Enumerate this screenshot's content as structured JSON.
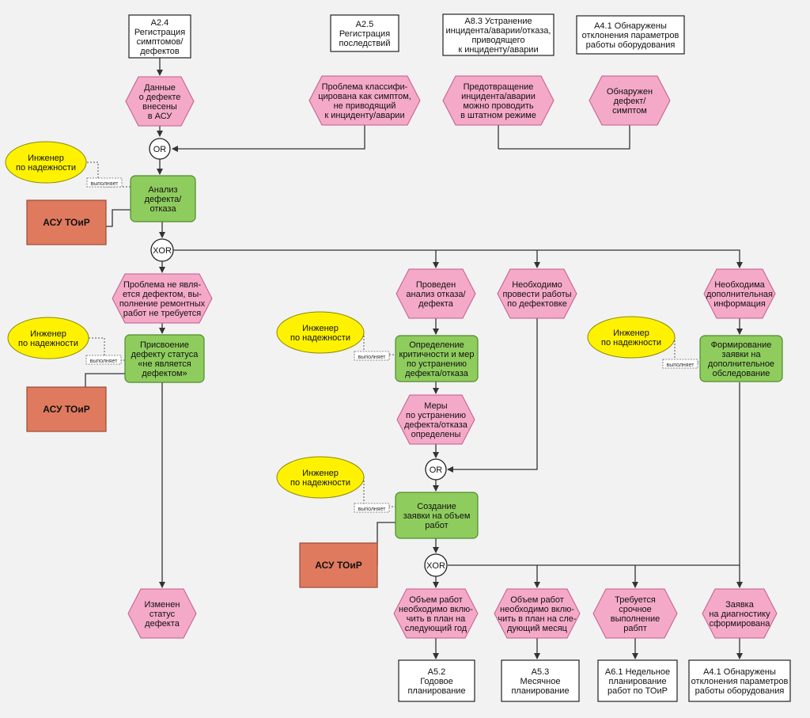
{
  "colors": {
    "background": "#f2f2f2",
    "event": "#f4a9c8",
    "function": "#8fcc5e",
    "role": "#fff200",
    "system": "#e07a5f",
    "reference": "#ffffff",
    "line": "#333333"
  },
  "tag_label": "выполняет",
  "refs": {
    "r1": [
      "А2.4",
      "Регистрация",
      "симптомов/",
      "дефектов"
    ],
    "r2": [
      "А2.5",
      "Регистрация",
      "последствий"
    ],
    "r3": [
      "А8.3 Устранение",
      "инцидента/аварии/отказа,",
      "приводящего",
      "к инциденту/аварии"
    ],
    "r4": [
      "А4.1 Обнаружены",
      "отклонения параметров",
      "работы оборудования"
    ],
    "r5": [
      "А5.2",
      "Годовое",
      "планирование"
    ],
    "r6": [
      "А5.3",
      "Месячное",
      "планирование"
    ],
    "r7": [
      "А6.1 Недельное",
      "планирование",
      "работ по ТОиР"
    ],
    "r8": [
      "А4.1 Обнаружены",
      "отклонения параметров",
      "работы оборудования"
    ]
  },
  "events": {
    "e1": [
      "Данные",
      "о дефекте",
      "внесены",
      "в АСУ"
    ],
    "e2": [
      "Проблема классифи-",
      "цирована как симптом,",
      "не приводящий",
      "к инциденту/аварии"
    ],
    "e3": [
      "Предотвращение",
      "инцидента/аварии",
      "можно проводить",
      "в штатном режиме"
    ],
    "e4": [
      "Обнаружен",
      "дефект/",
      "симптом"
    ],
    "e5": [
      "Проблема не явля-",
      "ется дефектом, вы-",
      "полнение ремонтных",
      "работ не требуется"
    ],
    "e6": [
      "Изменен",
      "статус",
      "дефекта"
    ],
    "e7": [
      "Проведен",
      "анализ отказа/",
      "дефекта"
    ],
    "e8": [
      "Необходимо",
      "провести работы",
      "по дефектовке"
    ],
    "e9": [
      "Необходима",
      "дополнительная",
      "информация"
    ],
    "e10": [
      "Меры",
      "по устранению",
      "дефекта/отказа",
      "определены"
    ],
    "e11": [
      "Объем работ",
      "необходимо вклю-",
      "чить в план на",
      "следующий год"
    ],
    "e12": [
      "Объем работ",
      "необходимо вклю-",
      "чить в план на сле-",
      "дующий  месяц"
    ],
    "e13": [
      "Требуется",
      "срочное",
      "выполнение",
      "рабпт"
    ],
    "e14": [
      "Заявка",
      "на диагностику",
      "сформирована"
    ]
  },
  "functions": {
    "f1": [
      "Анализ",
      "дефекта/",
      "отказа"
    ],
    "f2": [
      "Присвоение",
      "дефекту статуса",
      "«не является",
      "дефектом»"
    ],
    "f3": [
      "Определение",
      "критичности и мер",
      "по устранению",
      "дефекта/отказа"
    ],
    "f4": [
      "Формирование",
      "заявки на",
      "дополнительное",
      "обследование"
    ],
    "f5": [
      "Создание",
      "заявки на объем",
      "работ"
    ]
  },
  "roles": {
    "ro1": [
      "Инженер",
      "по надежности"
    ],
    "ro2": [
      "Инженер",
      "по надежности"
    ],
    "ro3": [
      "Инженер",
      "по надежности"
    ],
    "ro4": [
      "Инженер",
      "по надежности"
    ],
    "ro5": [
      "Инженер",
      "по надежности"
    ]
  },
  "systems": {
    "s1": "АСУ ТОиР",
    "s2": "АСУ ТОиР",
    "s3": "АСУ ТОиР"
  },
  "gates": {
    "g1": "OR",
    "g2": "XOR",
    "g3": "OR",
    "g4": "XOR"
  }
}
